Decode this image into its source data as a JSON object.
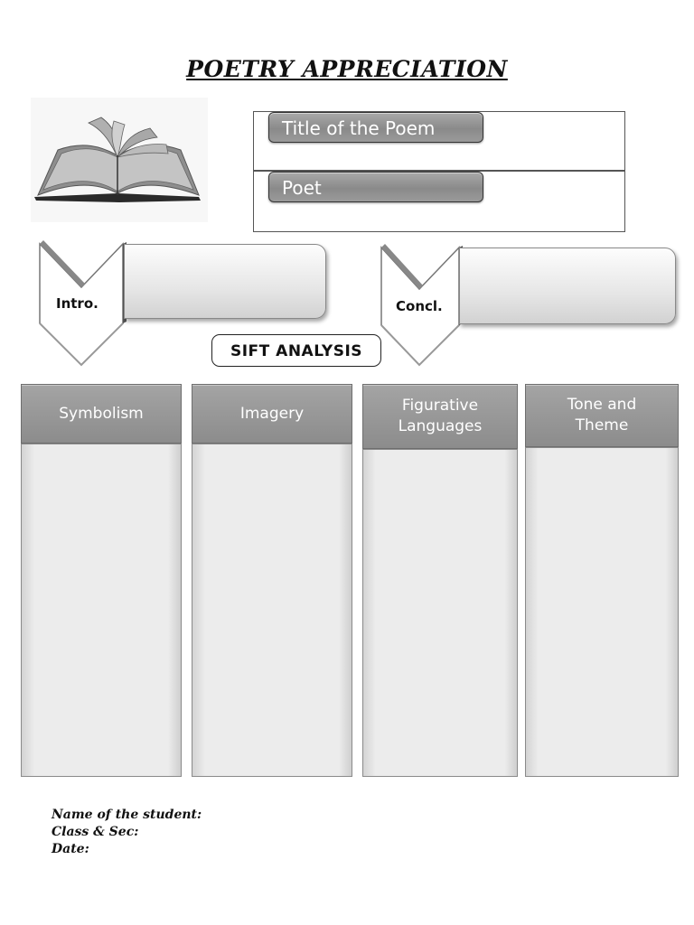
{
  "page": {
    "title": "POETRY APPRECIATION",
    "book_image": "open-book-icon"
  },
  "header_fields": {
    "title_label": "Title of the Poem",
    "poet_label": "Poet"
  },
  "structure": {
    "intro_label": "Intro.",
    "concl_label": "Concl."
  },
  "analysis": {
    "heading": "SIFT ANALYSIS",
    "columns": [
      {
        "label": "Symbolism"
      },
      {
        "label": "Imagery"
      },
      {
        "label": "Figurative Languages"
      },
      {
        "label": "Tone and Theme"
      }
    ]
  },
  "footer": {
    "name_label": "Name of the student:",
    "class_label": "Class & Sec:",
    "date_label": "Date:"
  },
  "colors": {
    "header_gray": "#8c8c8c",
    "body_gray": "#ececec"
  }
}
